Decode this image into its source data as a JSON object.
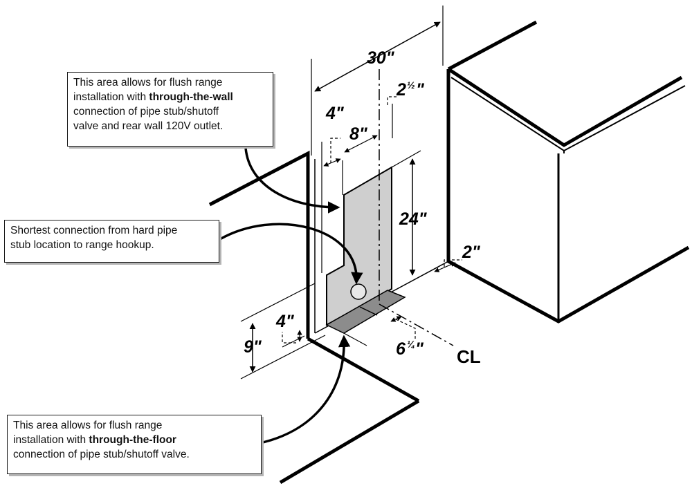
{
  "callouts": {
    "wall": {
      "line1": "This area allows for flush range",
      "line2_pre": "installation with ",
      "line2_bold": "through-the-wall",
      "line3": "connection of pipe stub/shutoff",
      "line4": "valve and rear wall 120V outlet."
    },
    "pipe": {
      "line1": "Shortest connection from hard pipe",
      "line2": "stub location to range hookup."
    },
    "floor": {
      "line1": "This area allows for flush range",
      "line2_pre": "installation with ",
      "line2_bold": "through-the-floor",
      "line3": "connection of pipe stub/shutoff valve."
    }
  },
  "dimensions": {
    "width_30": "30\"",
    "offset_2_half_whole": "2",
    "offset_2_half_frac": "½",
    "offset_2_half_unit": "\"",
    "left_4": "4\"",
    "width_8": "8\"",
    "height_24": "24\"",
    "depth_2": "2\"",
    "height_9": "9\"",
    "floor_4": "4\"",
    "floor_6_quarter_whole": "6",
    "floor_6_quarter_frac": "¼",
    "floor_6_quarter_unit": "\"",
    "centerline_symbol": "CL"
  },
  "colors": {
    "shaded_area": "#cfcfcf",
    "floor_strip": "#8c8c8c",
    "line": "#000000"
  }
}
